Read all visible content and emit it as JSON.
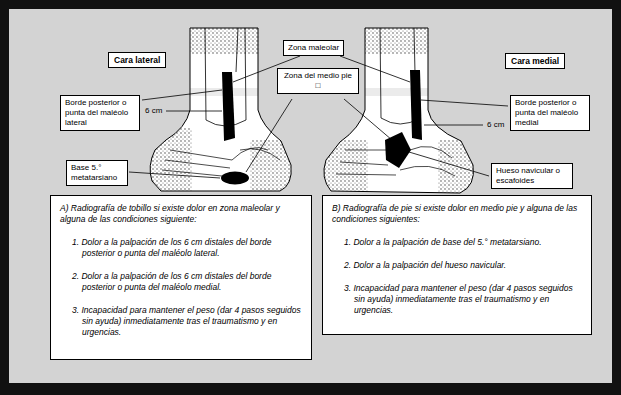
{
  "diagram": {
    "nodes": [
      {
        "text": [
          "Cara lateral"
        ]
      },
      {
        "text": [
          "Zona maleolar"
        ]
      },
      {
        "text": [
          "Cara medial"
        ]
      },
      {
        "text": [
          "Zona del medio pie □"
        ]
      },
      {
        "text": [
          "Borde posterior o punta del maléolo lateral"
        ]
      },
      {
        "text": [
          "Borde posterior o punta del maléolo medial"
        ]
      },
      {
        "text": [
          "Base 5.° metatarsiano"
        ]
      },
      {
        "text": [
          "Hueso navicular o escafoides"
        ]
      },
      {
        "text": [
          "A) Radiografía de tobillo si existe dolor en zona maleolar y alguna de las condiciones siguiente:",
          "1. Dolor a la palpación de los 6 cm distales del borde posterior o punta del maléolo lateral.",
          "2. Dolor a la palpación de los 6 cm distales del borde posterior o punta del maléolo medial.",
          "3. Incapacidad para mantener el peso (dar 4 pasos seguidos sin ayuda) inmediatamente tras el traumatismo y en urgencias."
        ]
      },
      {
        "text": [
          "B) Radiografía de pie si existe dolor en medio pie y alguna de las condiciones siguientes:",
          "1. Dolor a la palpación de base del 5.° metatarsiano.",
          "2. Dolor a la palpación del hueso navicular.",
          "3. Incapacidad para mantener el peso (dar 4 pasos seguidos sin ayuda) inmediatamente tras el traumatismo y en urgencias."
        ]
      }
    ],
    "labels": [
      "6 cm",
      "6 cm"
    ]
  }
}
